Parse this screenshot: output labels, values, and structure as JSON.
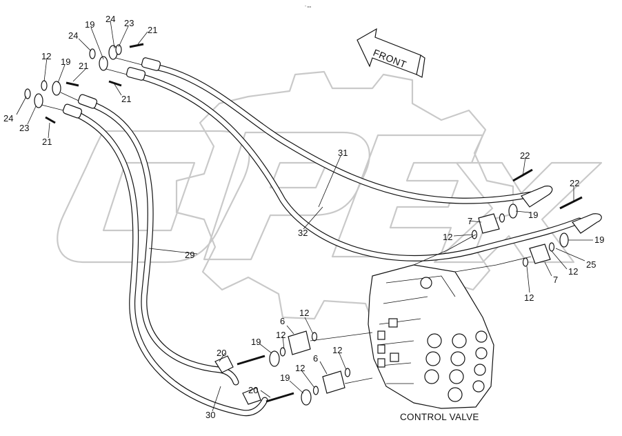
{
  "header_mark": "‘’ ==",
  "arrow_label": "FRONT",
  "watermark": "OPEX",
  "caption": "CONTROL VALVE",
  "part_numbers": {
    "p24_a": "24",
    "p19_a": "19",
    "p23_a": "23",
    "p21_a": "21",
    "p24_b": "24",
    "p12_a": "12",
    "p19_b": "19",
    "p21_b": "21",
    "p21_c": "21",
    "p24_c": "24",
    "p23_b": "23",
    "p21_d": "21",
    "p31": "31",
    "p32": "32",
    "p29": "29",
    "p30": "30",
    "p22_a": "22",
    "p22_b": "22",
    "p7_a": "7",
    "p12_b": "12",
    "p19_c": "19",
    "p19_d": "19",
    "p25": "25",
    "p12_c": "12",
    "p7_b": "7",
    "p12_d": "12",
    "p12_e": "12",
    "p6_a": "6",
    "p19_e": "19",
    "p20_a": "20",
    "p12_f": "12",
    "p12_g": "12",
    "p6_b": "6",
    "p12_h": "12",
    "p19_f": "19",
    "p20_b": "20"
  }
}
